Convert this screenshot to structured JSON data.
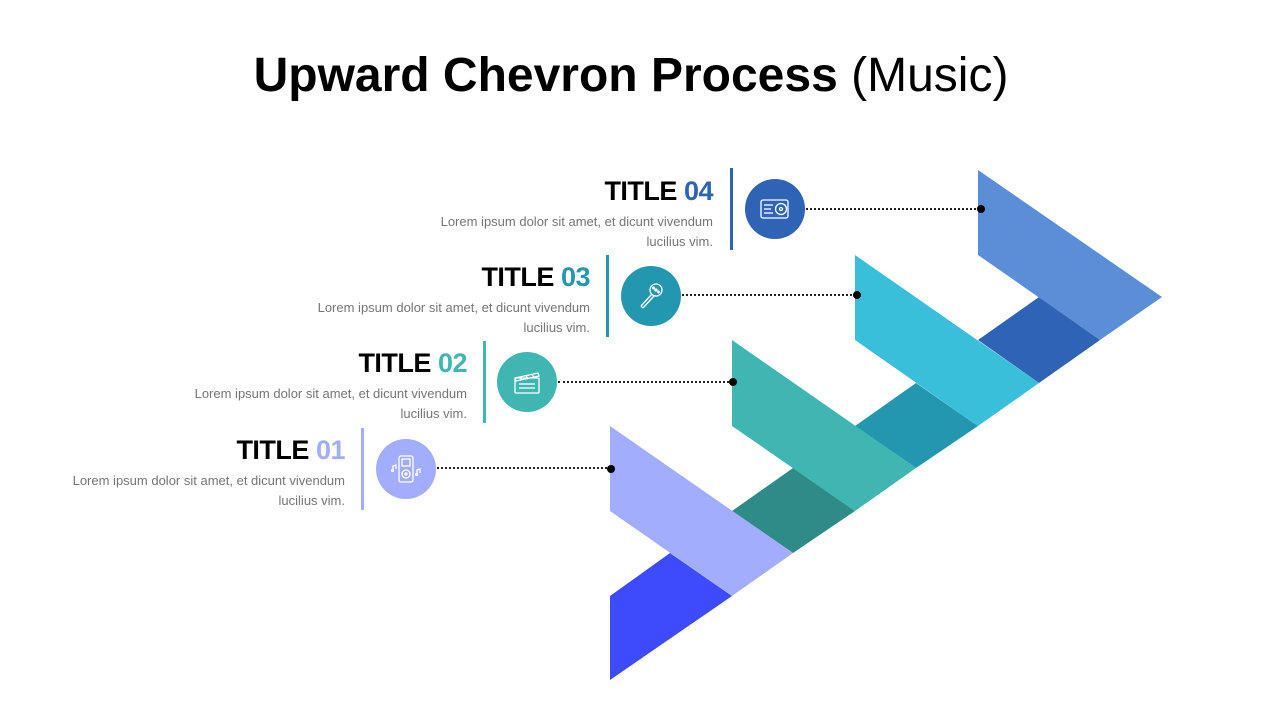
{
  "title": {
    "main": "Upward Chevron Process",
    "sub": "(Music)"
  },
  "steps": [
    {
      "label": "TITLE",
      "number": "01",
      "description": "Lorem ipsum dolor sit amet, et dicunt vivendum lucilius vim.",
      "icon": "music-player-icon",
      "color": "#A3ADFD",
      "dark_color": "#3D4BFD"
    },
    {
      "label": "TITLE",
      "number": "02",
      "description": "Lorem ipsum dolor sit amet, et dicunt vivendum lucilius vim.",
      "icon": "clapperboard-icon",
      "color": "#3FB6B2",
      "dark_color": "#2E8B87"
    },
    {
      "label": "TITLE",
      "number": "03",
      "description": "Lorem ipsum dolor sit amet, et dicunt vivendum lucilius vim.",
      "icon": "microphone-icon",
      "color": "#3ABFDB",
      "dark_color": "#2497B0"
    },
    {
      "label": "TITLE",
      "number": "04",
      "description": "Lorem ipsum dolor sit amet, et dicunt vivendum lucilius vim.",
      "icon": "cd-player-icon",
      "color": "#5C8ED8",
      "dark_color": "#2E63B5",
      "accent": "#2E63B5"
    }
  ]
}
